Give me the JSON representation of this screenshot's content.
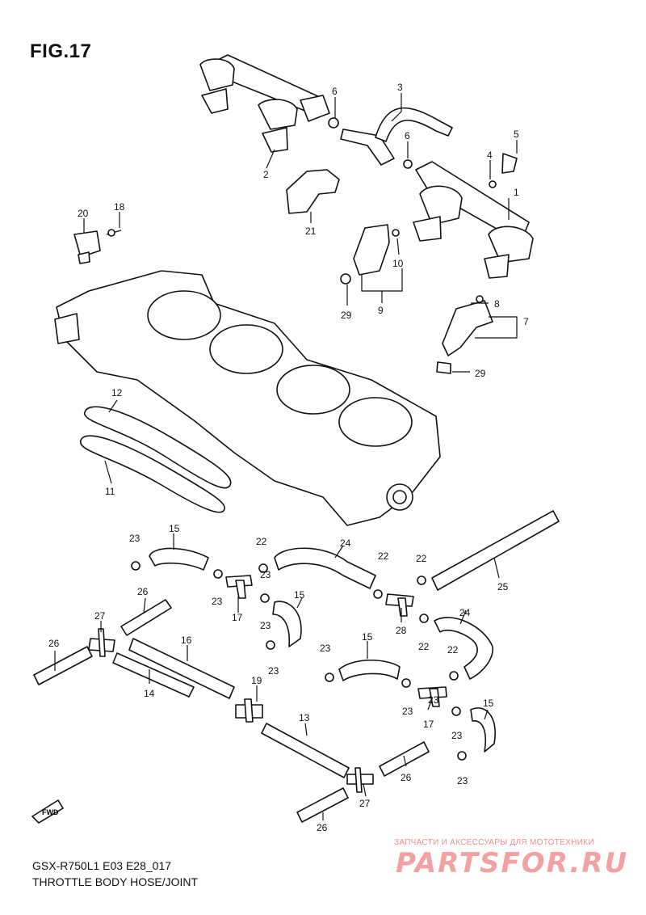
{
  "figure": {
    "title": "FIG.17",
    "model_code": "GSX-R750L1 E03 E28_017",
    "section_name": "THROTTLE BODY HOSE/JOINT",
    "direction_marker": "FWD"
  },
  "watermark": {
    "caption": "ЗАПЧАСТИ И АКСЕССУАРЫ ДЛЯ МОТОТЕХНИКИ",
    "logo_text": "PARTSFOR.RU"
  },
  "callout_numbers": [
    "1",
    "2",
    "3",
    "4",
    "5",
    "6",
    "6",
    "7",
    "8",
    "9",
    "10",
    "11",
    "12",
    "13",
    "14",
    "15",
    "15",
    "15",
    "15",
    "16",
    "17",
    "17",
    "18",
    "19",
    "20",
    "21",
    "22",
    "22",
    "22",
    "22",
    "22",
    "23",
    "23",
    "23",
    "23",
    "23",
    "23",
    "23",
    "23",
    "23",
    "23",
    "24",
    "24",
    "25",
    "26",
    "26",
    "26",
    "26",
    "27",
    "27",
    "28",
    "29",
    "29"
  ],
  "colors": {
    "line": "#111111",
    "watermark": "#f2a2a2"
  }
}
